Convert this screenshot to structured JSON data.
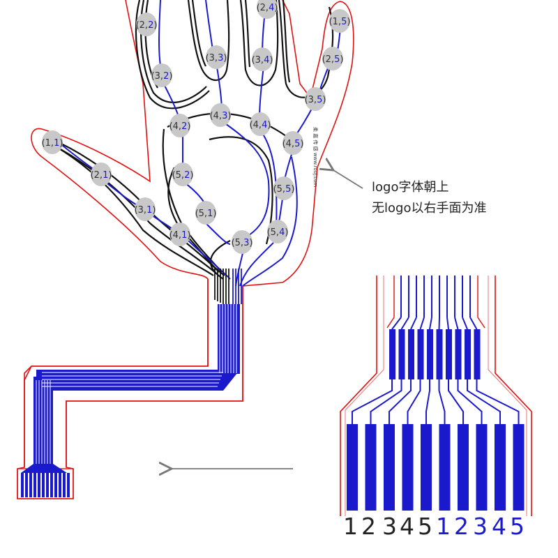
{
  "nodes": [
    {
      "id": "1,1",
      "row": "1",
      "col": "1"
    },
    {
      "id": "2,1",
      "row": "2",
      "col": "1"
    },
    {
      "id": "3,1",
      "row": "3",
      "col": "1"
    },
    {
      "id": "4,1",
      "row": "4",
      "col": "1"
    },
    {
      "id": "5,1",
      "row": "5",
      "col": "1"
    },
    {
      "id": "2,2",
      "row": "2",
      "col": "2"
    },
    {
      "id": "3,2",
      "row": "3",
      "col": "2"
    },
    {
      "id": "4,2",
      "row": "4",
      "col": "2"
    },
    {
      "id": "5,2",
      "row": "5",
      "col": "2"
    },
    {
      "id": "3,3",
      "row": "3",
      "col": "3"
    },
    {
      "id": "4,3",
      "row": "4",
      "col": "3"
    },
    {
      "id": "5,3",
      "row": "5",
      "col": "3"
    },
    {
      "id": "2,4",
      "row": "2",
      "col": "4"
    },
    {
      "id": "3,4",
      "row": "3",
      "col": "4"
    },
    {
      "id": "4,4",
      "row": "4",
      "col": "4"
    },
    {
      "id": "5,4",
      "row": "5",
      "col": "4"
    },
    {
      "id": "1,5",
      "row": "1",
      "col": "5"
    },
    {
      "id": "2,5",
      "row": "2",
      "col": "5"
    },
    {
      "id": "3,5",
      "row": "3",
      "col": "5"
    },
    {
      "id": "4,5",
      "row": "4",
      "col": "5"
    },
    {
      "id": "5,5",
      "row": "5",
      "col": "5"
    }
  ],
  "annotation": {
    "line1": "logo字体朝上",
    "line2": "无logo以右手面为准"
  },
  "logo_text": "柔 嘉 传 感  www.rouj.com",
  "pin_labels": {
    "black": [
      "1",
      "2",
      "3",
      "4",
      "5"
    ],
    "blue": [
      "1",
      "2",
      "3",
      "4",
      "5"
    ]
  },
  "colors": {
    "outline": "#e01010",
    "trace": "#1a1acc",
    "wire": "#111111",
    "node": "#c8c8c8",
    "arrow": "#777777"
  }
}
